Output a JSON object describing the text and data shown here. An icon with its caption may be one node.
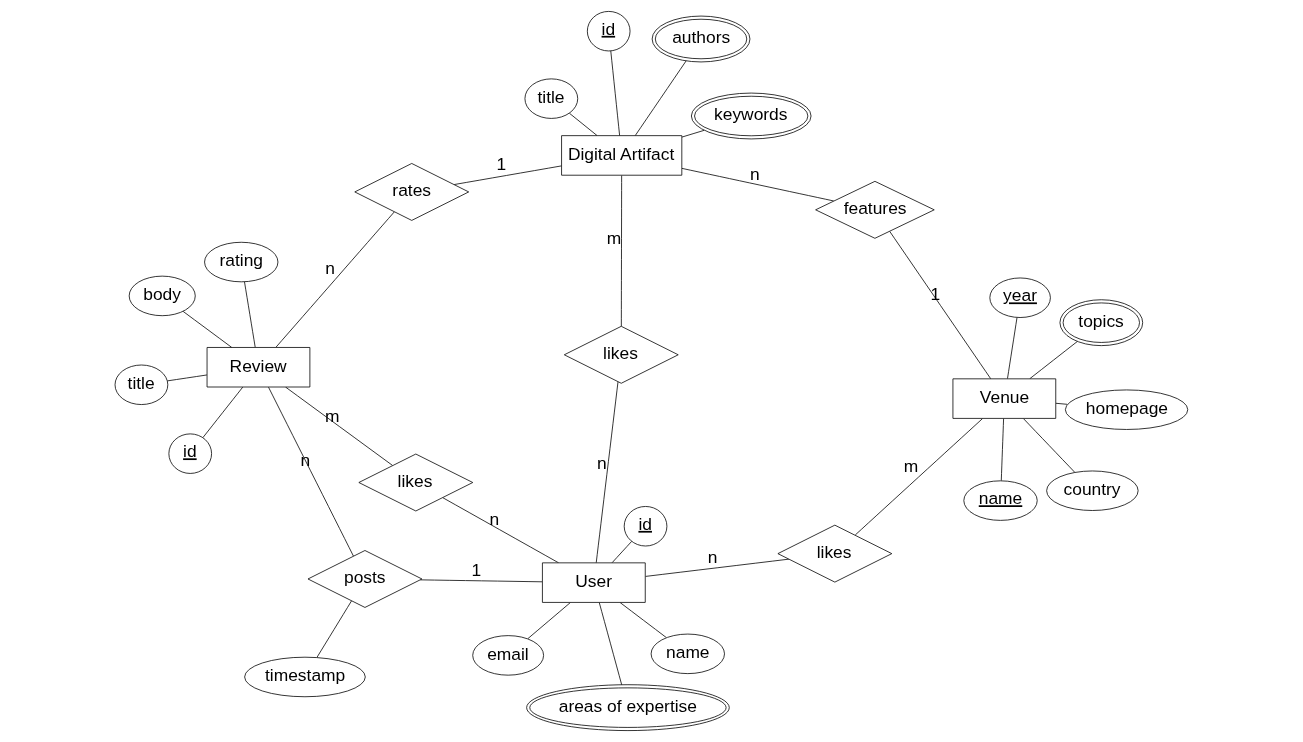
{
  "diagram": {
    "nodes": [
      {
        "text": [
          "id"
        ]
      },
      {
        "text": [
          "email"
        ]
      },
      {
        "text": [
          "areas of expertise"
        ]
      },
      {
        "text": [
          "name"
        ]
      },
      {
        "text": [
          "year"
        ]
      },
      {
        "text": [
          "country"
        ]
      },
      {
        "text": [
          "name"
        ]
      },
      {
        "text": [
          "User"
        ]
      },
      {
        "text": [
          "likes"
        ]
      },
      {
        "text": [
          "Venue"
        ]
      },
      {
        "text": [
          "homepage"
        ]
      },
      {
        "text": [
          "topics"
        ]
      },
      {
        "text": [
          "likes"
        ]
      },
      {
        "text": [
          "posts"
        ]
      },
      {
        "text": [
          "likes"
        ]
      },
      {
        "text": [
          "features"
        ]
      },
      {
        "text": [
          "timestamp"
        ]
      },
      {
        "text": [
          "id"
        ]
      },
      {
        "text": [
          "Review"
        ]
      },
      {
        "text": [
          "rates"
        ]
      },
      {
        "text": [
          "Digital Artifact"
        ]
      },
      {
        "text": [
          "title"
        ]
      },
      {
        "text": [
          "id"
        ]
      },
      {
        "text": [
          "rating"
        ]
      },
      {
        "text": [
          "keywords"
        ]
      },
      {
        "text": [
          "authors"
        ]
      },
      {
        "text": [
          "title"
        ]
      },
      {
        "text": [
          "body"
        ]
      }
    ],
    "edges": [
      {
        "from": 0,
        "to": 7,
        "arrow": "none"
      },
      {
        "from": 1,
        "to": 7,
        "arrow": "none"
      },
      {
        "from": 2,
        "to": 7,
        "arrow": "none"
      },
      {
        "from": 6,
        "to": 7,
        "arrow": "none"
      },
      {
        "from": 3,
        "to": 9,
        "arrow": "none"
      },
      {
        "from": 4,
        "to": 9,
        "arrow": "none"
      },
      {
        "from": 5,
        "to": 9,
        "arrow": "none"
      },
      {
        "from": 10,
        "to": 9,
        "arrow": "none"
      },
      {
        "from": 11,
        "to": 9,
        "arrow": "none"
      },
      {
        "from": 7,
        "to": 8,
        "label": "n",
        "arrow": "none"
      },
      {
        "from": 8,
        "to": 9,
        "label": "m",
        "arrow": "none"
      },
      {
        "from": 7,
        "to": 12,
        "label": "n",
        "arrow": "none"
      },
      {
        "from": 12,
        "to": 18,
        "label": "m",
        "arrow": "none"
      },
      {
        "from": 7,
        "to": 13,
        "label": "1",
        "arrow": "none"
      },
      {
        "from": 13,
        "to": 18,
        "label": "n",
        "arrow": "none"
      },
      {
        "from": 16,
        "to": 13,
        "arrow": "none"
      },
      {
        "from": 7,
        "to": 14,
        "label": "n",
        "arrow": "none"
      },
      {
        "from": 14,
        "to": 20,
        "label": "m",
        "arrow": "none"
      },
      {
        "from": 9,
        "to": 15,
        "label": "1",
        "arrow": "none"
      },
      {
        "from": 15,
        "to": 20,
        "label": "n",
        "arrow": "none"
      },
      {
        "from": 18,
        "to": 19,
        "label": "n",
        "arrow": "none"
      },
      {
        "from": 19,
        "to": 20,
        "label": "1",
        "arrow": "none"
      },
      {
        "from": 17,
        "to": 20,
        "arrow": "none"
      },
      {
        "from": 21,
        "to": 20,
        "arrow": "none"
      },
      {
        "from": 24,
        "to": 20,
        "arrow": "none"
      },
      {
        "from": 25,
        "to": 20,
        "arrow": "none"
      },
      {
        "from": 22,
        "to": 18,
        "arrow": "none"
      },
      {
        "from": 26,
        "to": 18,
        "arrow": "none"
      },
      {
        "from": 27,
        "to": 18,
        "arrow": "none"
      },
      {
        "from": 23,
        "to": 18,
        "arrow": "none"
      }
    ]
  }
}
